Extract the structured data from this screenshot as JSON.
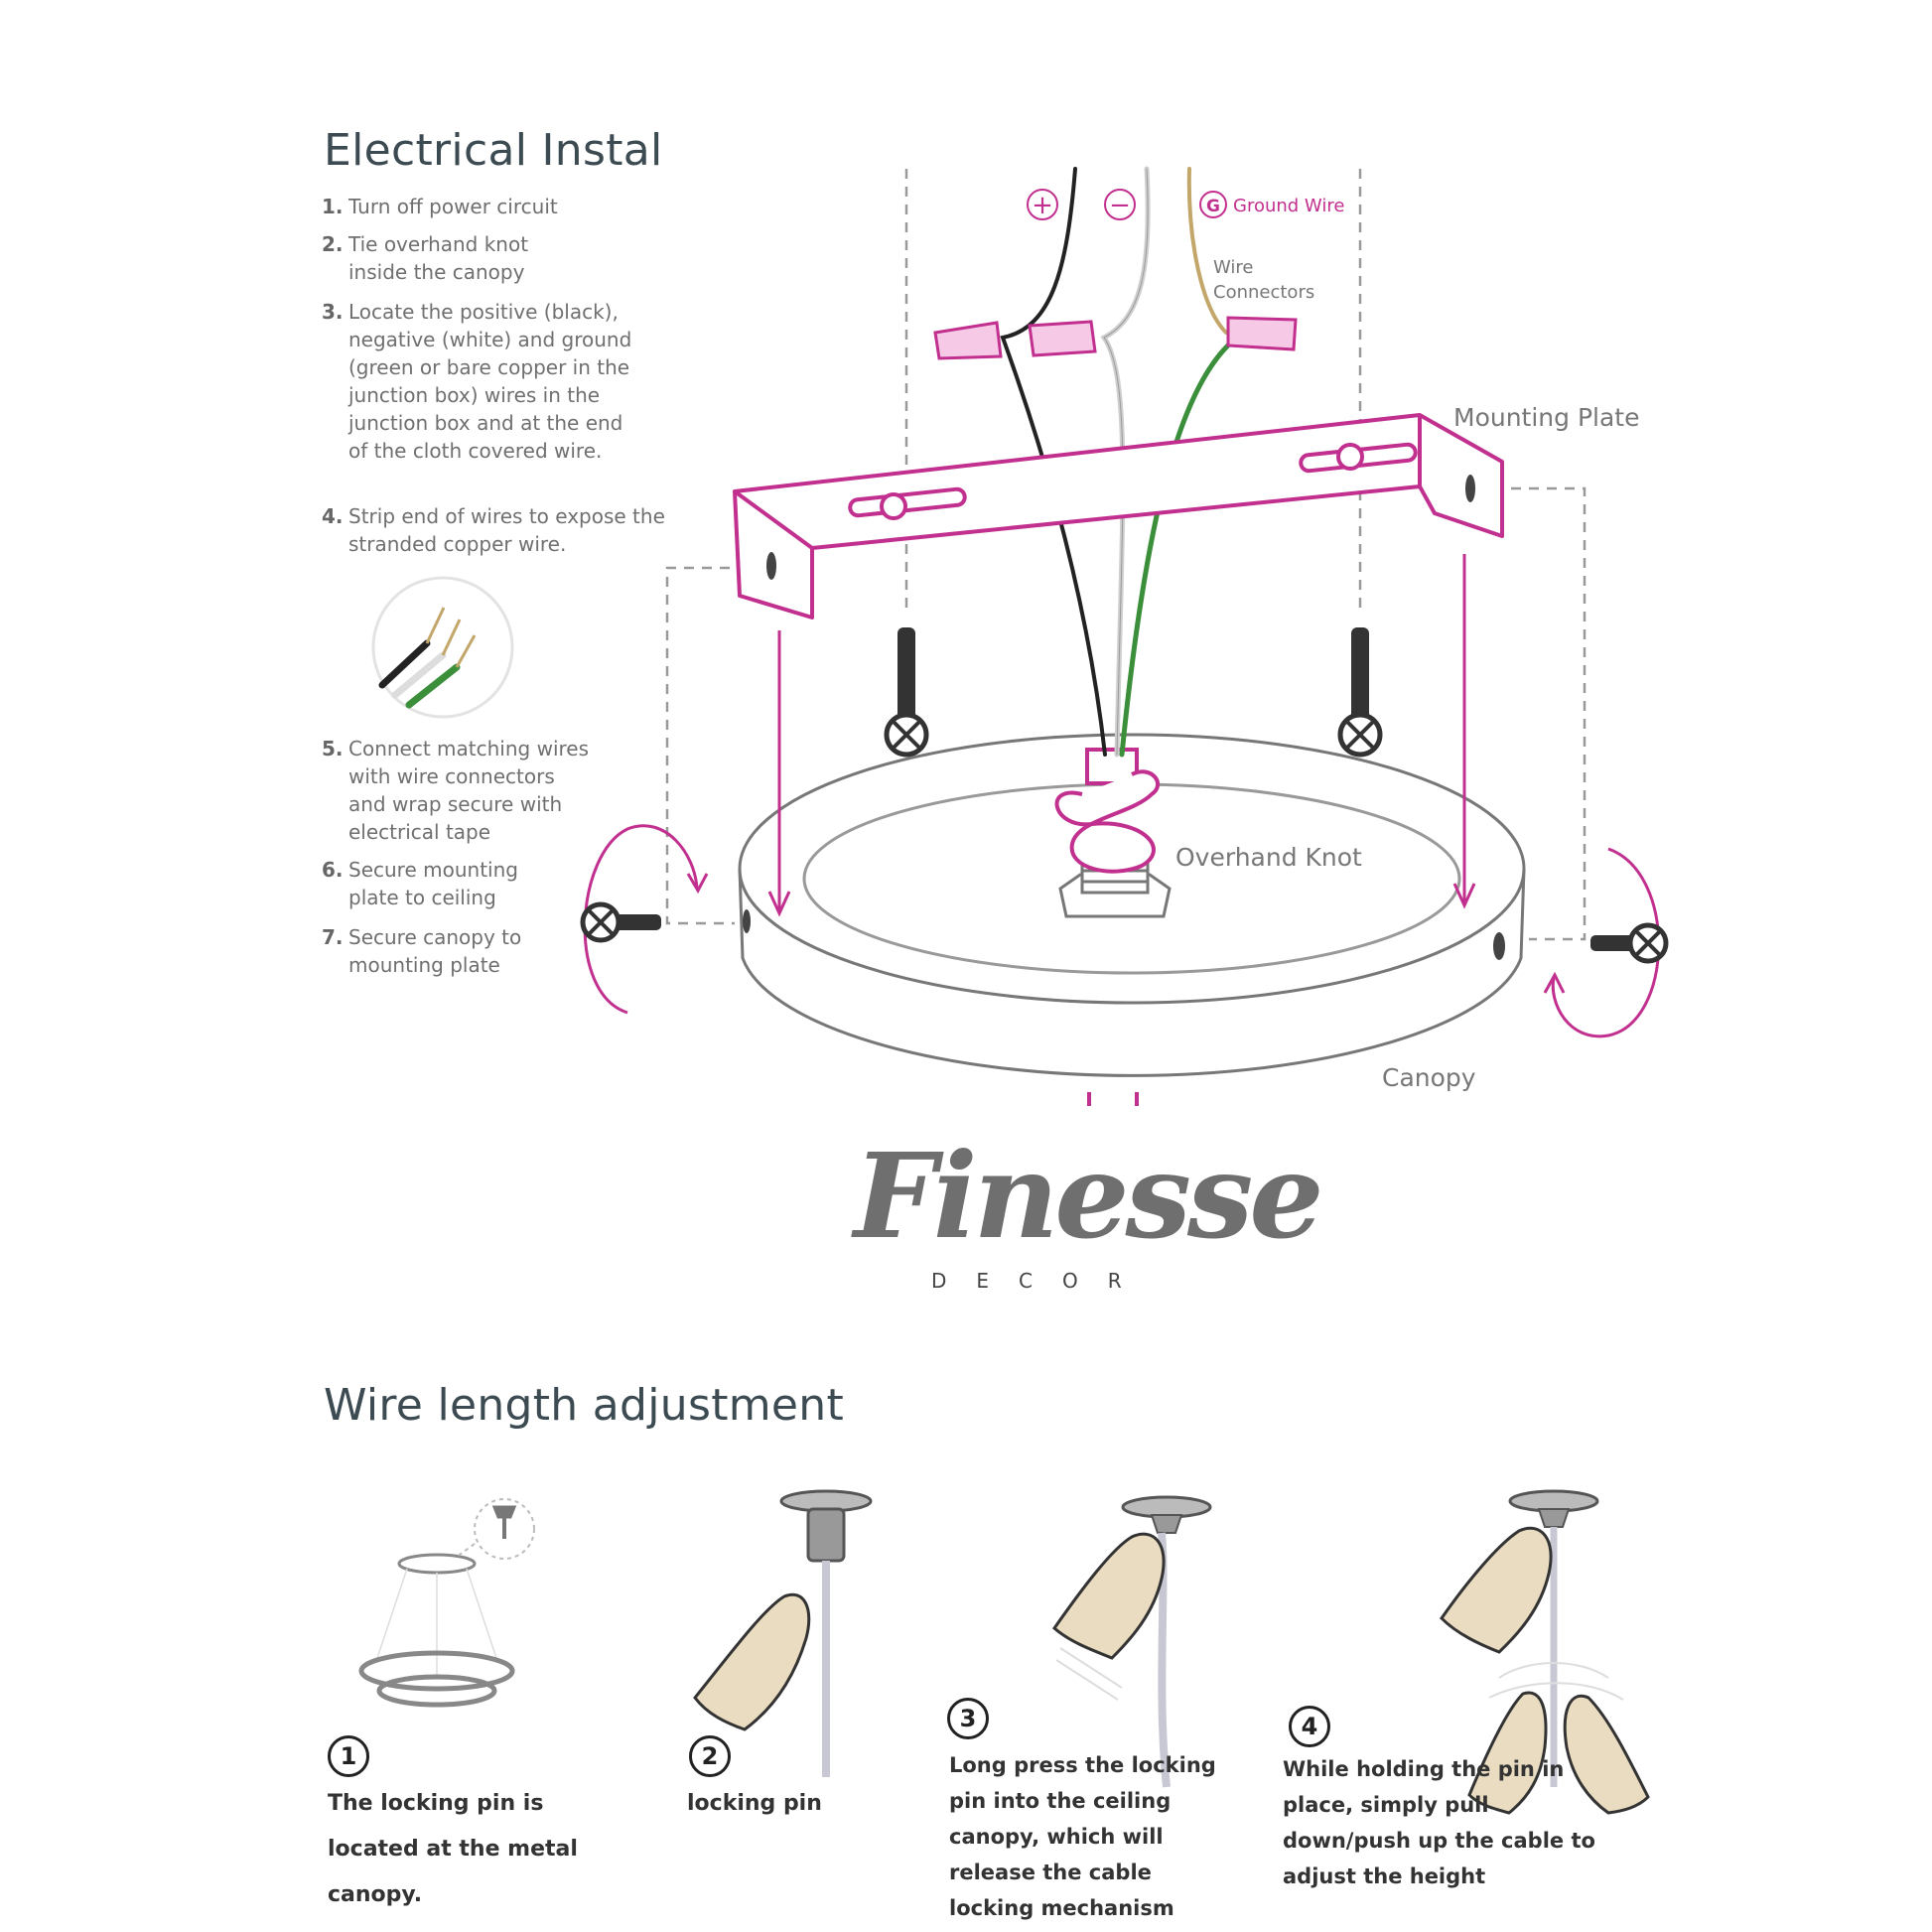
{
  "section1": {
    "title": "Electrical Instal",
    "steps": [
      {
        "num": "1.",
        "text": "Turn off power circuit"
      },
      {
        "num": "2.",
        "text": "Tie overhand knot inside the canopy"
      },
      {
        "num": "3.",
        "text": "Locate the positive (black), negative (white) and ground (green or bare copper in the junction box) wires in the junction box and at the end of the cloth covered wire."
      },
      {
        "num": "4.",
        "text": "Strip end of wires to expose the stranded copper wire."
      },
      {
        "num": "5.",
        "text": "Connect matching wires with wire connectors and wrap secure with electrical tape"
      },
      {
        "num": "6.",
        "text": "Secure mounting plate to ceiling"
      },
      {
        "num": "7.",
        "text": "Secure canopy to mounting plate"
      }
    ],
    "labels": {
      "plus": "+",
      "minus": "−",
      "ground_badge": "G",
      "ground_wire": "Ground Wire",
      "wire_connectors_line1": "Wire",
      "wire_connectors_line2": "Connectors",
      "mounting_plate": "Mounting Plate",
      "overhand_knot": "Overhand Knot",
      "canopy": "Canopy"
    }
  },
  "logo": {
    "main": "Finesse",
    "sub": "DECOR"
  },
  "section2": {
    "title": "Wire length adjustment",
    "steps": [
      {
        "num": "1",
        "text": "The locking pin is located at the metal canopy."
      },
      {
        "num": "2",
        "text": "locking pin"
      },
      {
        "num": "3",
        "text": "Long press the locking pin into the ceiling canopy, which will release the cable locking mechanism"
      },
      {
        "num": "4",
        "text": "While holding the pin in place, simply pull down/push up the cable to adjust the height"
      }
    ]
  },
  "colors": {
    "accent_magenta": "#c2308f",
    "wire_black": "#222222",
    "wire_white": "#cfcfcf",
    "wire_green": "#3b8f3b",
    "wire_gold": "#c2a66a",
    "title_text": "#3c4a52",
    "skin": "#eadcc0"
  }
}
